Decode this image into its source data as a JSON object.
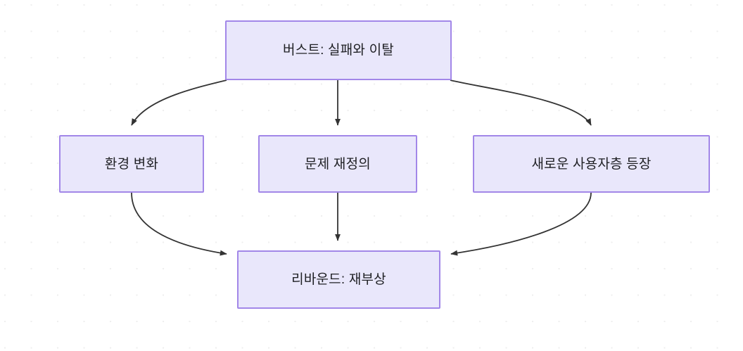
{
  "diagram": {
    "type": "flowchart",
    "direction": "top-down",
    "background": {
      "color": "#ffffff",
      "dot_color": "#efefef",
      "pattern": "dot-grid"
    },
    "style": {
      "node_fill": "#e9e7fb",
      "node_border": "#a287e8",
      "node_text": "#1f2024",
      "edge_color": "#333333"
    },
    "nodes": [
      {
        "id": "burst",
        "label": "버스트: 실패와 이탈"
      },
      {
        "id": "env",
        "label": "환경 변화"
      },
      {
        "id": "redefine",
        "label": "문제 재정의"
      },
      {
        "id": "newusers",
        "label": "새로운 사용자층 등장"
      },
      {
        "id": "rebound",
        "label": "리바운드: 재부상"
      }
    ],
    "edges": [
      {
        "from": "burst",
        "to": "env",
        "label": ""
      },
      {
        "from": "burst",
        "to": "redefine",
        "label": ""
      },
      {
        "from": "burst",
        "to": "newusers",
        "label": ""
      },
      {
        "from": "env",
        "to": "rebound",
        "label": ""
      },
      {
        "from": "redefine",
        "to": "rebound",
        "label": ""
      },
      {
        "from": "newusers",
        "to": "rebound",
        "label": ""
      }
    ]
  }
}
